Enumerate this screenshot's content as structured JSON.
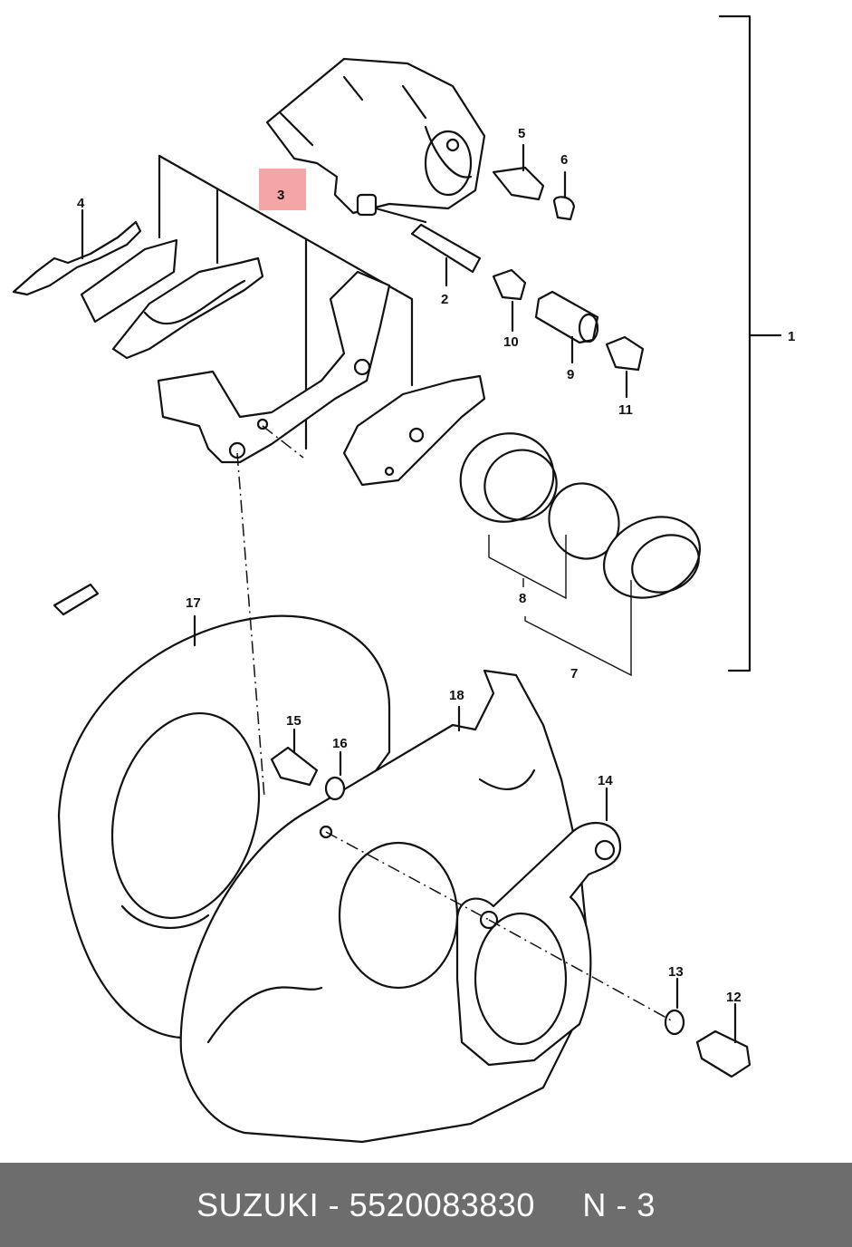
{
  "diagram": {
    "highlight_color": "#f4a6a6",
    "labels": {
      "p1": "1",
      "p2": "2",
      "p3": "3",
      "p4": "4",
      "p5": "5",
      "p6": "6",
      "p7": "7",
      "p8": "8",
      "p9": "9",
      "p10": "10",
      "p11": "11",
      "p12": "12",
      "p13": "13",
      "p14": "14",
      "p15": "15",
      "p16": "16",
      "p17": "17",
      "p18": "18"
    }
  },
  "footer": {
    "brand": "SUZUKI",
    "separator": " - ",
    "part_number": "5520083830",
    "gap": "     ",
    "callout": "N - 3"
  }
}
